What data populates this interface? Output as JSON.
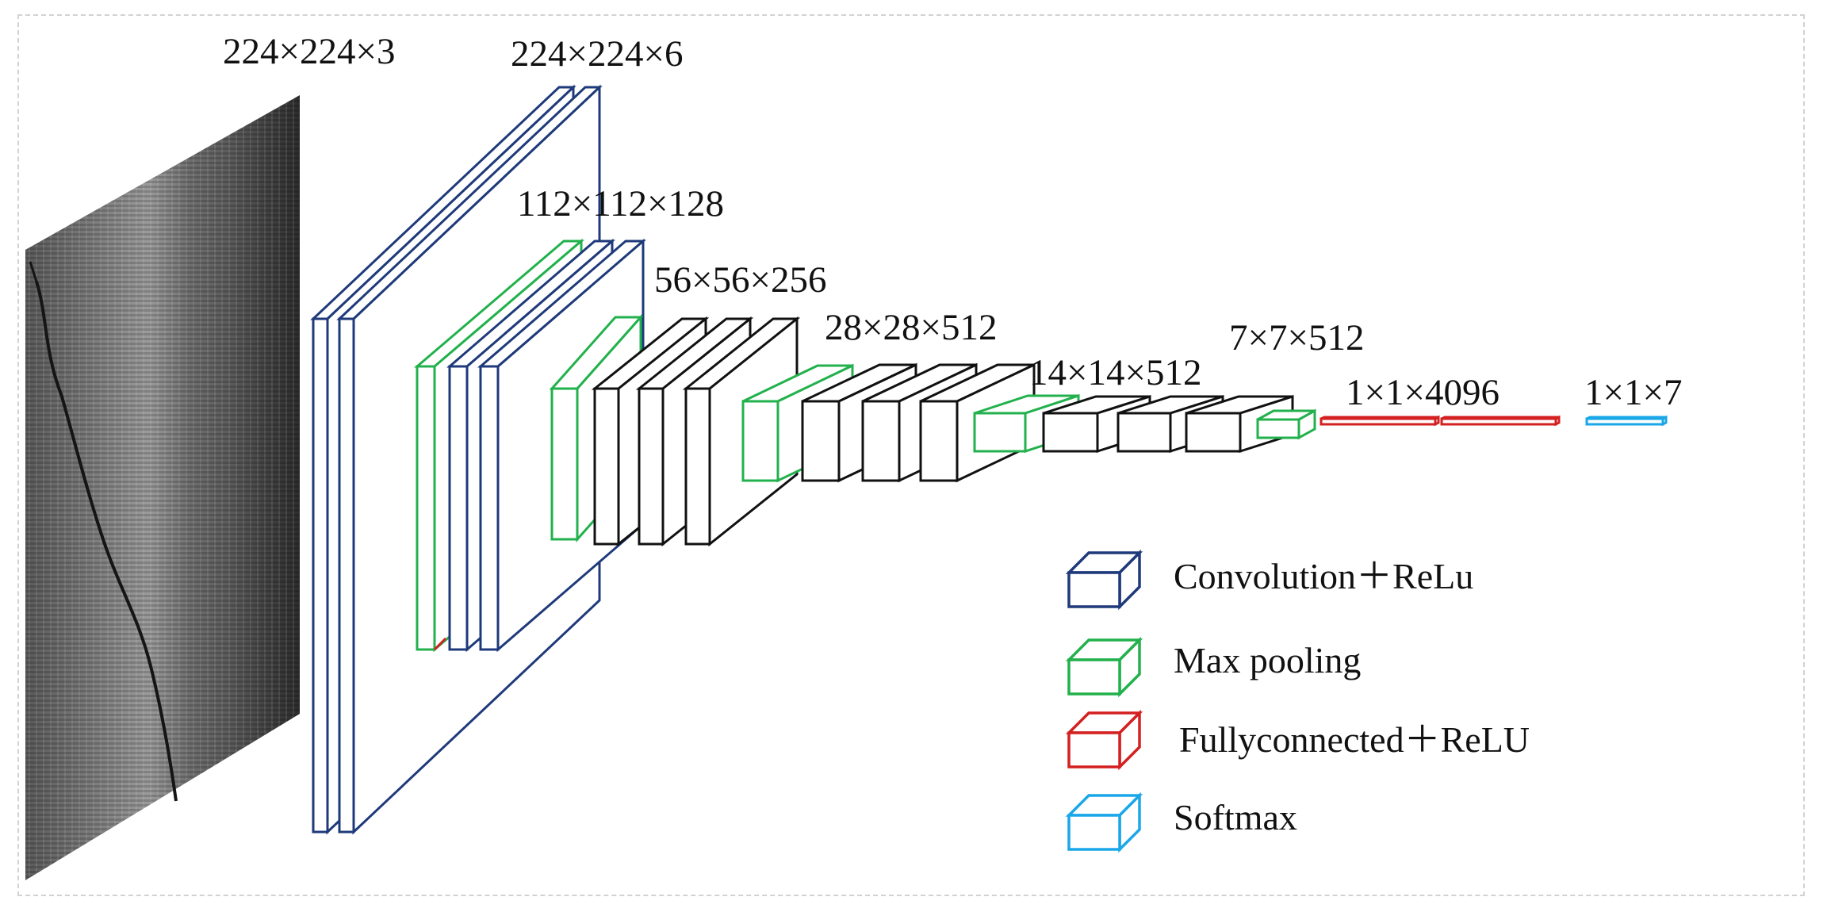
{
  "colors": {
    "conv": "#1f3a7a",
    "pool": "#22b14c",
    "fc": "#d42020",
    "softmax": "#1aa7e8",
    "plain": "#111111"
  },
  "dimension_labels": {
    "input": "224×224×3",
    "block1": "224×224×6",
    "block2": "112×112×128",
    "block3": "56×56×256",
    "block4": "28×28×512",
    "block5": "14×14×512",
    "pool5": "7×7×512",
    "fc": "1×1×4096",
    "softmax": "1×1×7"
  },
  "legend": [
    {
      "label": "Convolution＋ReLu",
      "color_key": "conv",
      "icon": "conv-cube-icon"
    },
    {
      "label": "Max pooling",
      "color_key": "pool",
      "icon": "pool-cube-icon"
    },
    {
      "label": "Fullyconnected＋ReLU",
      "color_key": "fc",
      "icon": "fc-cube-icon"
    },
    {
      "label": "Softmax",
      "color_key": "softmax",
      "icon": "softmax-cube-icon"
    }
  ]
}
